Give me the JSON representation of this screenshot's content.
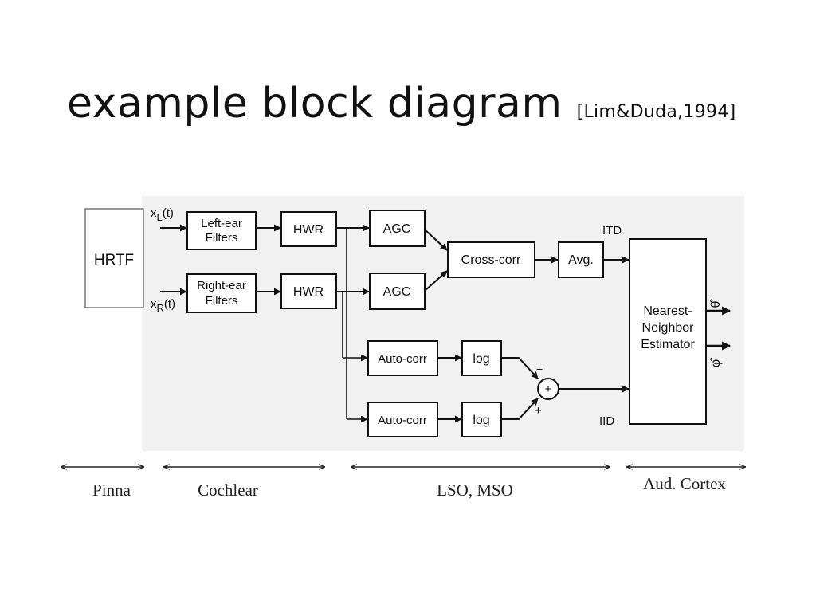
{
  "title": {
    "main": "example block diagram",
    "citation": "[Lim&Duda,1994]"
  },
  "diagram": {
    "blocks": {
      "hrtf": "HRTF",
      "left_filters": [
        "Left-ear",
        "Filters"
      ],
      "right_filters": [
        "Right-ear",
        "Filters"
      ],
      "hwr_left": "HWR",
      "hwr_right": "HWR",
      "agc_top": "AGC",
      "agc_bottom": "AGC",
      "cross_corr": "Cross-corr",
      "avg": "Avg.",
      "auto_corr_1": "Auto-corr",
      "auto_corr_2": "Auto-corr",
      "log_1": "log",
      "log_2": "log",
      "summer": "+",
      "estimator": [
        "Nearest-",
        "Neighbor",
        "Estimator"
      ]
    },
    "signals": {
      "xl_base": "x",
      "xl_sub": "L",
      "xl_arg": "(t)",
      "xr_base": "x",
      "xr_sub": "R",
      "xr_arg": "(t)",
      "itd": "ITD",
      "iid": "IID",
      "minus": "−",
      "plus": "+",
      "theta_hat": "θ̂",
      "phi_hat": "φ̂"
    },
    "regions": [
      "Pinna",
      "Cochlear",
      "LSO, MSO",
      "Aud. Cortex"
    ]
  }
}
